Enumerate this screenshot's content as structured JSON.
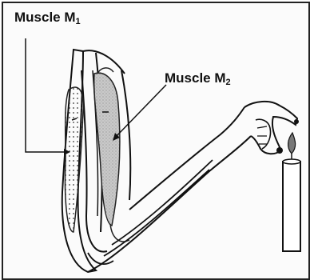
{
  "labels": {
    "muscle_m1": {
      "name": "Muscle M",
      "subscript": "1"
    },
    "muscle_m2": {
      "name": "Muscle M",
      "subscript": "2"
    }
  }
}
